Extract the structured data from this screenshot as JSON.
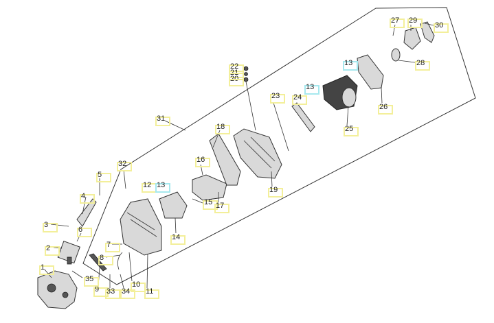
{
  "diagram": {
    "title": "",
    "watermark": "",
    "colors": {
      "callout_box": "#f3ef9a",
      "highlight_box": "#a6e8ee",
      "line": "#333333"
    },
    "callouts": [
      {
        "id": "c1",
        "label": "1"
      },
      {
        "id": "c2",
        "label": "2"
      },
      {
        "id": "c3",
        "label": "3"
      },
      {
        "id": "c4",
        "label": "4"
      },
      {
        "id": "c5",
        "label": "5"
      },
      {
        "id": "c6",
        "label": "6"
      },
      {
        "id": "c7",
        "label": "7"
      },
      {
        "id": "c8",
        "label": "8"
      },
      {
        "id": "c9",
        "label": "9"
      },
      {
        "id": "c10",
        "label": "10"
      },
      {
        "id": "c11",
        "label": "11"
      },
      {
        "id": "c12",
        "label": "12"
      },
      {
        "id": "c13a",
        "label": "13",
        "highlight": true
      },
      {
        "id": "c14",
        "label": "14"
      },
      {
        "id": "c15",
        "label": "15"
      },
      {
        "id": "c16",
        "label": "16"
      },
      {
        "id": "c17",
        "label": "17"
      },
      {
        "id": "c18",
        "label": "18"
      },
      {
        "id": "c19",
        "label": "19"
      },
      {
        "id": "c20",
        "label": "20"
      },
      {
        "id": "c21",
        "label": "21"
      },
      {
        "id": "c22",
        "label": "22"
      },
      {
        "id": "c23",
        "label": "23"
      },
      {
        "id": "c24",
        "label": "24"
      },
      {
        "id": "c13b",
        "label": "13",
        "highlight": true
      },
      {
        "id": "c25",
        "label": "25"
      },
      {
        "id": "c26",
        "label": "26"
      },
      {
        "id": "c13c",
        "label": "13",
        "highlight": true
      },
      {
        "id": "c27",
        "label": "27"
      },
      {
        "id": "c28",
        "label": "28"
      },
      {
        "id": "c29",
        "label": "29"
      },
      {
        "id": "c30",
        "label": "30"
      },
      {
        "id": "c31",
        "label": "31"
      },
      {
        "id": "c32",
        "label": "32"
      },
      {
        "id": "c33",
        "label": "33"
      },
      {
        "id": "c34",
        "label": "34"
      },
      {
        "id": "c35",
        "label": "35"
      }
    ]
  }
}
